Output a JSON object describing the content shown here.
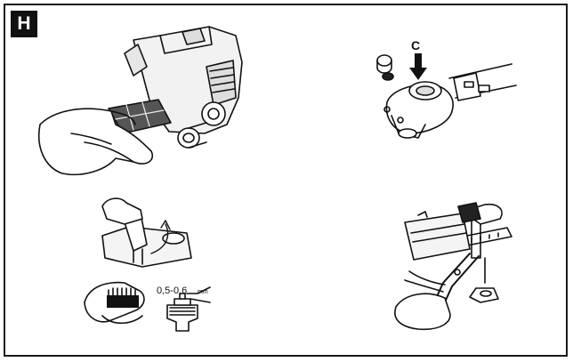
{
  "section": {
    "letter": "H"
  },
  "callouts": {
    "arrow_label": "C",
    "gap_value": "0,5-0,6",
    "gap_unit": "mm"
  },
  "icons": [
    "air-filter-removal",
    "gear-head-grease",
    "spark-plug-gap",
    "chain-cutter-blade"
  ]
}
